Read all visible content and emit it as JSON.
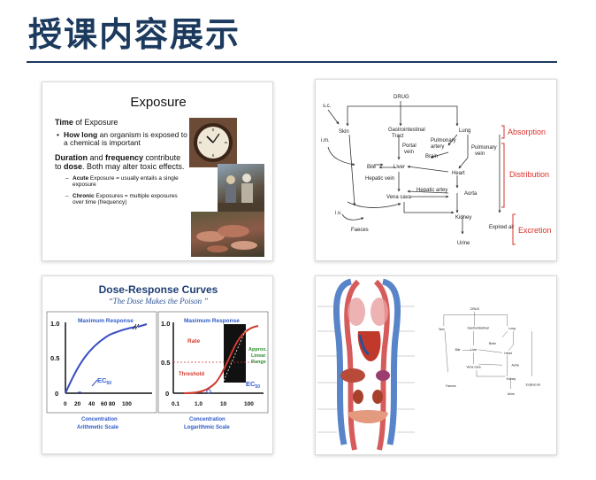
{
  "header": {
    "title": "授课内容展示"
  },
  "exposure_slide": {
    "title": "Exposure",
    "time_bold": "Time",
    "time_rest": " of Exposure",
    "bullet_bold": "How long",
    "bullet_rest": " an organism is exposed to a chemical is important",
    "duration_bold1": "Duration",
    "duration_mid": " and ",
    "duration_bold2": "frequency",
    "duration_rest1": " contribute to ",
    "duration_bold3": "dose",
    "duration_rest2": ". Both may alter toxic effects.",
    "acute_bold": "Acute",
    "acute_rest": " Exposure = usually entails a single exposure",
    "chronic_bold": "Chronic",
    "chronic_rest": " Exposures = multiple exposures over time (frequency)"
  },
  "pathway_slide": {
    "nodes": {
      "drug": "DRUG",
      "sc": "s.c.",
      "im": "i.m.",
      "skin": "Skin",
      "gi1": "Gastrointestinal",
      "gi2": "Tract",
      "lung": "Lung",
      "portal1": "Portal",
      "portal2": "vein",
      "pulart1": "Pulmonary",
      "pulart2": "artery",
      "pulvein1": "Pulmonary",
      "pulvein2": "vein",
      "brain": "Brain",
      "bile": "Bile",
      "liver": "Liver",
      "heart": "Heart",
      "hepvein": "Hepatic vein",
      "hepart": "Hepatic artey",
      "vena": "Vena cava",
      "aorta": "Aorta",
      "iv": "i.v.",
      "kidney": "Kidney",
      "faeces": "Faeces",
      "expired": "Expired air",
      "urine": "Urine"
    },
    "phases": {
      "absorption": "Absorption",
      "distribution": "Distribution",
      "excretion": "Excretion"
    },
    "phase_color": "#d9312b"
  },
  "dose_slide": {
    "title": "Dose-Response Curves",
    "subtitle": "“The Dose Makes the Poison ”",
    "left_chart": {
      "heading": "Maximum Response",
      "y_ticks": [
        "1.0",
        "0.5",
        "0"
      ],
      "x_ticks": [
        "0",
        "20",
        "40",
        "60",
        "80",
        "100"
      ],
      "ec50_main": "EC",
      "ec50_sub": "50",
      "xlabel": "Concentration",
      "scale_label": "Arithmetic Scale"
    },
    "right_chart": {
      "heading": "Maximum Response",
      "y_ticks": [
        "1.0",
        "0.5",
        "0"
      ],
      "x_ticks": [
        "0.1",
        "1.0",
        "10",
        "100"
      ],
      "rate": "Rate",
      "threshold": "Threshold",
      "linear1": "Approx.",
      "linear2": "Linear",
      "linear3": "Range",
      "ec50_main": "EC",
      "ec50_sub": "50",
      "xlabel": "Concentration",
      "scale_label": "Logarithmic Scale"
    },
    "colors": {
      "curve_blue": "#3a4fc4",
      "curve_red": "#d23a2e",
      "label_blue": "#2e5ac8",
      "linear_green": "#2f8f2f"
    }
  }
}
